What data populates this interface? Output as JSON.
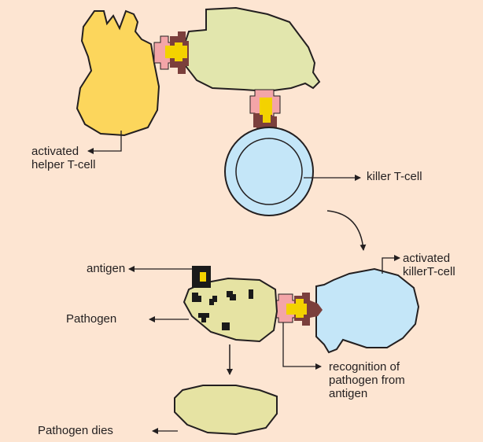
{
  "labels": {
    "helper_line1": "activated",
    "helper_line2": "helper T-cell",
    "killer": "killer T-cell",
    "activated_killer_line1": "activated",
    "activated_killer_line2": "killerT-cell",
    "antigen": "antigen",
    "pathogen": "Pathogen",
    "recognition_line1": "recognition of",
    "recognition_line2": "pathogen from",
    "recognition_line3": "antigen",
    "pathogen_dies": "Pathogen dies"
  },
  "colors": {
    "background": "#fde5d2",
    "helper_cell": "#fcd65c",
    "apc_cell": "#e2e6ad",
    "killer_cell": "#c4e6f8",
    "pathogen": "#e6e3a3",
    "receptor_pink": "#f3a5a8",
    "receptor_brown": "#7b3f3c",
    "antigen_yellow": "#f3d200",
    "antigen_black": "#1a1a1a",
    "outline": "#231f20"
  }
}
